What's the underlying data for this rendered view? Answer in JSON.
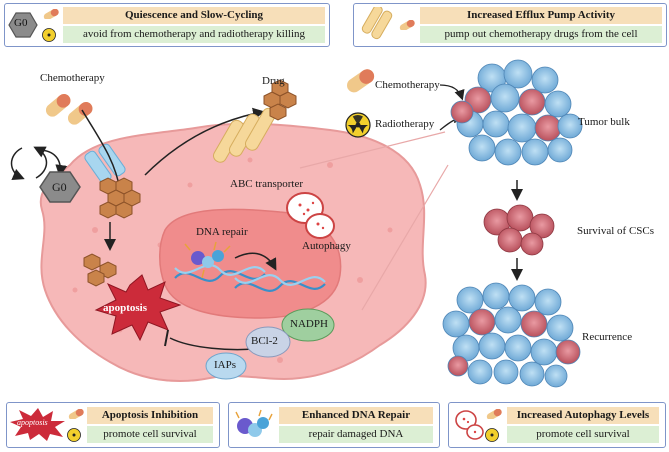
{
  "top_left_box": {
    "badge": "G0",
    "title": "Quiescence and Slow-Cycling",
    "desc": "avoid from chemotherapy and radiotherapy killing"
  },
  "top_right_box": {
    "title": "Increased Efflux Pump Activity",
    "desc": "pump out chemotherapy drugs from the cell"
  },
  "bottom_boxes": [
    {
      "title": "Apoptosis Inhibition",
      "desc": "promote cell survival",
      "icon_text": "apoptosis"
    },
    {
      "title": "Enhanced DNA Repair",
      "desc": "repair damaged DNA"
    },
    {
      "title": "Increased Autophagy Levels",
      "desc": "promote cell survival"
    }
  ],
  "cell": {
    "chemotherapy": "Chemotherapy",
    "drug": "Drug",
    "g0": "G0",
    "abc_transporter": "ABC transporter",
    "dna_repair": "DNA repair",
    "autophagy": "Autophagy",
    "apoptosis": "apoptosis",
    "nadph": "NADPH",
    "bcl2": "BCl-2",
    "iaps": "IAPs"
  },
  "right_panel": {
    "chemotherapy": "Chemotherapy",
    "radiotherapy": "Radiotherapy",
    "tumor_bulk": "Tumor bulk",
    "survival": "Survival of CSCs",
    "recurrence": "Recurrence"
  },
  "colors": {
    "box_border": "#7f95c9",
    "title_bg": "#f7dfb9",
    "desc_bg": "#dcefd4",
    "cell_fill": "#f6b8b8",
    "nucleus_fill": "#f08c8c",
    "cancer_blue": "#8ec3e6",
    "cancer_red": "#d96a74"
  }
}
